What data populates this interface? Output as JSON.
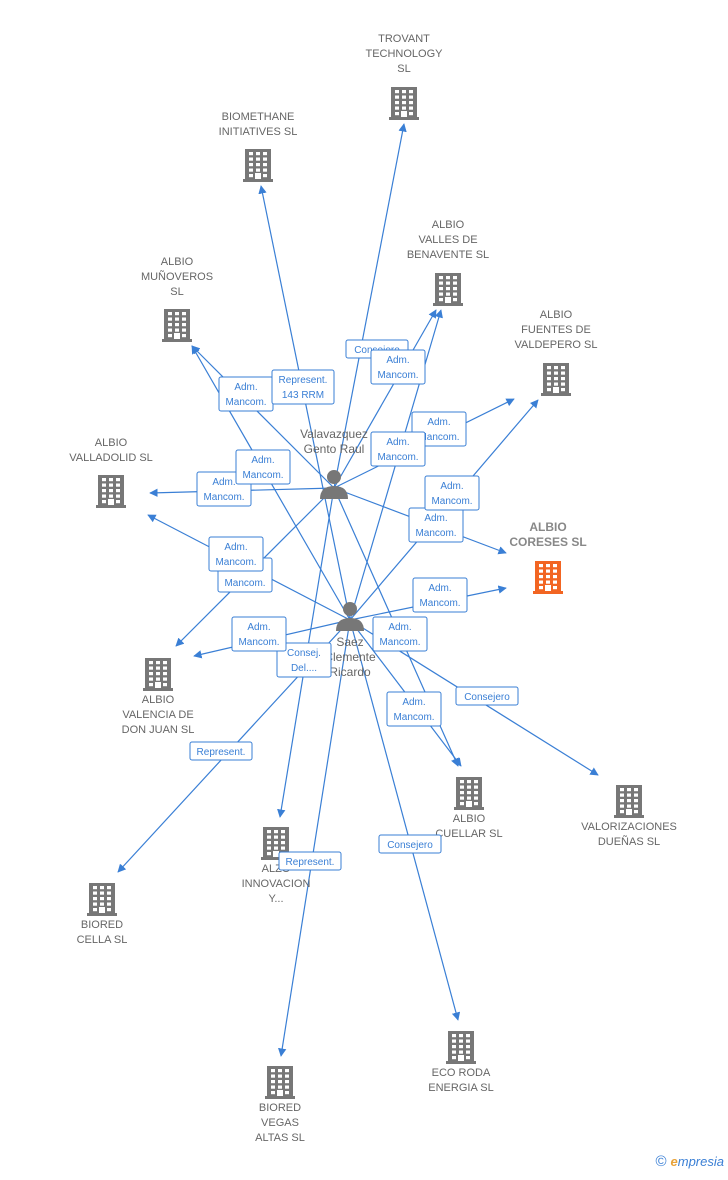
{
  "colors": {
    "edge": "#3a7fd5",
    "building": "#777777",
    "highlight": "#f26522",
    "label": "#666666"
  },
  "persons": [
    {
      "id": "valavazquez",
      "lines": [
        "Valavazquez",
        "Gento Raul"
      ]
    },
    {
      "id": "saez",
      "lines": [
        "Saez",
        "Clemente",
        "Ricardo"
      ]
    }
  ],
  "companies": [
    {
      "id": "trovant",
      "lines": [
        "TROVANT",
        "TECHNOLOGY",
        "SL"
      ]
    },
    {
      "id": "biomethane",
      "lines": [
        "BIOMETHANE",
        "INITIATIVES  SL"
      ]
    },
    {
      "id": "albio_valles",
      "lines": [
        "ALBIO",
        "VALLES DE",
        "BENAVENTE  SL"
      ]
    },
    {
      "id": "albio_munoveros",
      "lines": [
        "ALBIO",
        "MUÑOVEROS",
        "SL"
      ]
    },
    {
      "id": "albio_fuentes",
      "lines": [
        "ALBIO",
        "FUENTES DE",
        "VALDEPERO  SL"
      ]
    },
    {
      "id": "albio_valladolid",
      "lines": [
        "ALBIO",
        "VALLADOLID  SL"
      ]
    },
    {
      "id": "albio_coreses",
      "lines": [
        "ALBIO",
        "CORESES  SL"
      ],
      "highlight": true
    },
    {
      "id": "albio_valencia",
      "lines": [
        "ALBIO",
        "VALENCIA DE",
        "DON JUAN  SL"
      ]
    },
    {
      "id": "albio_cuellar",
      "lines": [
        "ALBIO",
        "CUELLAR  SL"
      ]
    },
    {
      "id": "valorizaciones",
      "lines": [
        "VALORIZACIONES",
        "DUEÑAS  SL"
      ]
    },
    {
      "id": "alzo",
      "lines": [
        "ALZO",
        "INNOVACION",
        "Y..."
      ]
    },
    {
      "id": "biored_cella",
      "lines": [
        "BIORED",
        "CELLA  SL"
      ]
    },
    {
      "id": "eco_roda",
      "lines": [
        "ECO RODA",
        "ENERGIA  SL"
      ]
    },
    {
      "id": "biored_vegas",
      "lines": [
        "BIORED",
        "VEGAS",
        "ALTAS  SL"
      ]
    }
  ],
  "edges": [
    {
      "from": "valavazquez",
      "to": "trovant",
      "lines": [
        "Consejero"
      ]
    },
    {
      "from": "valavazquez",
      "to": "albio_valles",
      "lines": [
        "Adm.",
        "Mancom."
      ]
    },
    {
      "from": "valavazquez",
      "to": "albio_fuentes",
      "lines": [
        "Adm.",
        "Mancom."
      ]
    },
    {
      "from": "valavazquez",
      "to": "albio_munoveros",
      "lines": [
        "Adm.",
        "Mancom."
      ]
    },
    {
      "from": "valavazquez",
      "to": "albio_valladolid",
      "lines": [
        "Adm.",
        "Mancom."
      ]
    },
    {
      "from": "valavazquez",
      "to": "albio_coreses",
      "lines": [
        "Adm.",
        "Mancom."
      ]
    },
    {
      "from": "valavazquez",
      "to": "albio_valencia",
      "lines": [
        "Adm.",
        "Mancom."
      ]
    },
    {
      "from": "valavazquez",
      "to": "albio_cuellar",
      "lines": [
        "Adm.",
        "Mancom."
      ]
    },
    {
      "from": "valavazquez",
      "to": "alzo",
      "lines": [
        "Consej.",
        "Del...."
      ]
    },
    {
      "from": "saez",
      "to": "biomethane",
      "lines": [
        "Represent.",
        "143 RRM"
      ]
    },
    {
      "from": "saez",
      "to": "albio_valles",
      "lines": [
        "Adm.",
        "Mancom."
      ]
    },
    {
      "from": "saez",
      "to": "albio_fuentes",
      "lines": [
        "Adm.",
        "Mancom."
      ]
    },
    {
      "from": "saez",
      "to": "albio_munoveros",
      "lines": [
        "Adm.",
        "Mancom."
      ]
    },
    {
      "from": "saez",
      "to": "albio_valladolid",
      "lines": [
        "Adm.",
        "Mancom."
      ]
    },
    {
      "from": "saez",
      "to": "albio_coreses",
      "lines": [
        "Adm.",
        "Mancom."
      ]
    },
    {
      "from": "saez",
      "to": "albio_valencia",
      "lines": [
        "Adm.",
        "Mancom."
      ]
    },
    {
      "from": "saez",
      "to": "albio_cuellar",
      "lines": [
        "Adm.",
        "Mancom."
      ]
    },
    {
      "from": "saez",
      "to": "valorizaciones",
      "lines": [
        "Consejero"
      ]
    },
    {
      "from": "saez",
      "to": "biored_cella",
      "lines": [
        "Represent."
      ]
    },
    {
      "from": "saez",
      "to": "biored_vegas",
      "lines": [
        "Represent."
      ]
    },
    {
      "from": "saez",
      "to": "eco_roda",
      "lines": [
        "Consejero"
      ]
    }
  ],
  "brand": {
    "copyright": "©",
    "first_letter": "e",
    "rest": "mpresia"
  }
}
